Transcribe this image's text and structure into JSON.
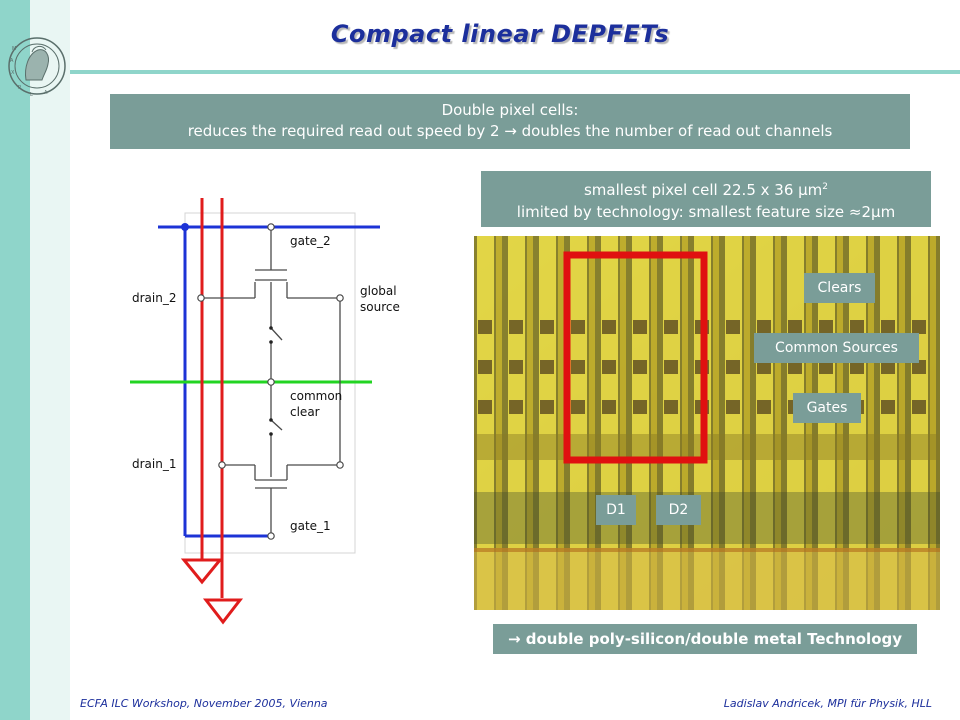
{
  "slide": {
    "title": "Compact linear DEPFETs",
    "banner_line1": "Double pixel cells:",
    "banner_line2": "reduces the required read out speed by 2 → doubles the number of read out channels",
    "cell_line1": "smallest pixel cell 22.5 x 36 µm",
    "cell_sup": "2",
    "cell_line2": "limited by technology: smallest feature size ≈2µm",
    "technology": "→ double poly-silicon/double metal Technology",
    "footer_left": "ECFA ILC Workshop, November 2005, Vienna",
    "footer_right": "Ladislav Andricek, MPI für Physik, HLL"
  },
  "circuit": {
    "label_gate2": "gate_2",
    "label_global": "global",
    "label_source": "source",
    "label_drain2": "drain_2",
    "label_common": "common",
    "label_clear": "clear",
    "label_drain1": "drain_1",
    "label_gate1": "gate_1"
  },
  "micrograph": {
    "tag_clears": "Clears",
    "tag_common_sources": "Common Sources",
    "tag_gates": "Gates",
    "tag_d1": "D1",
    "tag_d2": "D2"
  },
  "colors": {
    "sidebar": "#8fd5ca",
    "box": "#7a9d98",
    "title": "#1c2f9c",
    "highlight": "#e01010"
  },
  "icons": {
    "logo": "minerva-seal-icon"
  }
}
